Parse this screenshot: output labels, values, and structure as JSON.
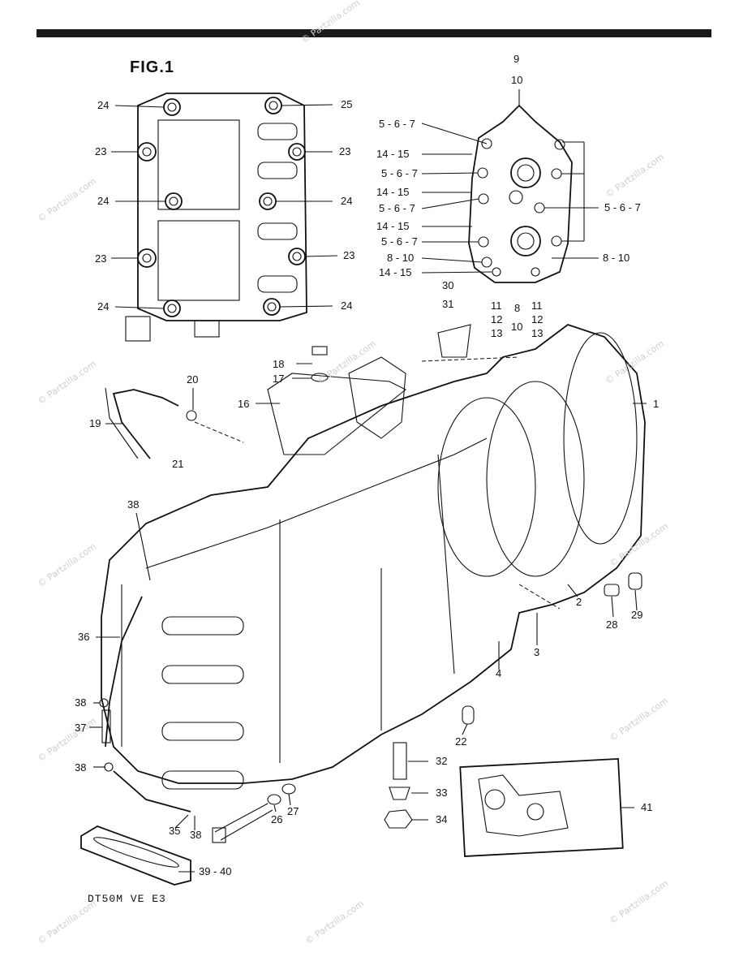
{
  "figure": {
    "title": "FIG.1",
    "model_code": "DT50M VE E3"
  },
  "watermark": "© Partzilla.com",
  "callouts": [
    {
      "id": "c1",
      "text": "24"
    },
    {
      "id": "c2",
      "text": "25"
    },
    {
      "id": "c3",
      "text": "23"
    },
    {
      "id": "c4",
      "text": "23"
    },
    {
      "id": "c5",
      "text": "24"
    },
    {
      "id": "c6",
      "text": "24"
    },
    {
      "id": "c7",
      "text": "23"
    },
    {
      "id": "c8",
      "text": "23"
    },
    {
      "id": "c9",
      "text": "24"
    },
    {
      "id": "c10",
      "text": "24"
    },
    {
      "id": "c11",
      "text": "9"
    },
    {
      "id": "c12",
      "text": "10"
    },
    {
      "id": "c13",
      "text": "5 - 6 - 7"
    },
    {
      "id": "c14",
      "text": "14 - 15"
    },
    {
      "id": "c15",
      "text": "5 - 6 - 7"
    },
    {
      "id": "c16",
      "text": "14 - 15"
    },
    {
      "id": "c17",
      "text": "5 - 6 - 7"
    },
    {
      "id": "c18",
      "text": "5 - 6 - 7"
    },
    {
      "id": "c19",
      "text": "14 - 15"
    },
    {
      "id": "c20",
      "text": "5 - 6 - 7"
    },
    {
      "id": "c21",
      "text": "8 - 10"
    },
    {
      "id": "c22",
      "text": "8 - 10"
    },
    {
      "id": "c23",
      "text": "14 - 15"
    },
    {
      "id": "c24",
      "text": "11"
    },
    {
      "id": "c25",
      "text": "12"
    },
    {
      "id": "c26",
      "text": "13"
    },
    {
      "id": "c27",
      "text": "8"
    },
    {
      "id": "c28",
      "text": "10"
    },
    {
      "id": "c29",
      "text": "11"
    },
    {
      "id": "c30",
      "text": "12"
    },
    {
      "id": "c31",
      "text": "13"
    },
    {
      "id": "c32",
      "text": "30"
    },
    {
      "id": "c33",
      "text": "31"
    },
    {
      "id": "c34",
      "text": "18"
    },
    {
      "id": "c35",
      "text": "17"
    },
    {
      "id": "c36",
      "text": "16"
    },
    {
      "id": "c37",
      "text": "20"
    },
    {
      "id": "c38",
      "text": "19"
    },
    {
      "id": "c39",
      "text": "21"
    },
    {
      "id": "c40",
      "text": "1"
    },
    {
      "id": "c41",
      "text": "38"
    },
    {
      "id": "c42",
      "text": "2"
    },
    {
      "id": "c43",
      "text": "28"
    },
    {
      "id": "c44",
      "text": "29"
    },
    {
      "id": "c45",
      "text": "36"
    },
    {
      "id": "c46",
      "text": "3"
    },
    {
      "id": "c47",
      "text": "4"
    },
    {
      "id": "c48",
      "text": "38"
    },
    {
      "id": "c49",
      "text": "37"
    },
    {
      "id": "c50",
      "text": "22"
    },
    {
      "id": "c51",
      "text": "32"
    },
    {
      "id": "c52",
      "text": "38"
    },
    {
      "id": "c53",
      "text": "33"
    },
    {
      "id": "c54",
      "text": "41"
    },
    {
      "id": "c55",
      "text": "34"
    },
    {
      "id": "c56",
      "text": "26"
    },
    {
      "id": "c57",
      "text": "27"
    },
    {
      "id": "c58",
      "text": "35"
    },
    {
      "id": "c59",
      "text": "38"
    },
    {
      "id": "c60",
      "text": "39 - 40"
    }
  ]
}
